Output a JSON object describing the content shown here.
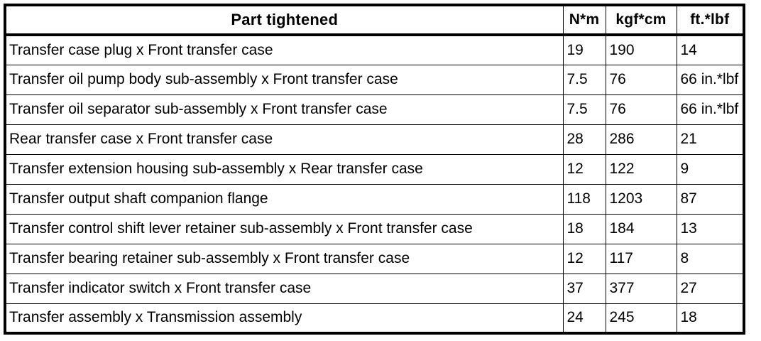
{
  "table": {
    "title": "Part tightened",
    "columns": [
      {
        "key": "part",
        "label": "Part tightened",
        "align": "center"
      },
      {
        "key": "nm",
        "label": "N*m",
        "align": "center"
      },
      {
        "key": "kgfcm",
        "label": "kgf*cm",
        "align": "center"
      },
      {
        "key": "ftlbf",
        "label": "ft.*lbf",
        "align": "center"
      }
    ],
    "rows": [
      {
        "part": "Transfer case plug x Front transfer case",
        "nm": "19",
        "kgfcm": "190",
        "ftlbf": "14"
      },
      {
        "part": "Transfer oil pump body sub-assembly x Front transfer case",
        "nm": "7.5",
        "kgfcm": "76",
        "ftlbf": "66 in.*lbf"
      },
      {
        "part": "Transfer oil separator sub-assembly x Front transfer case",
        "nm": "7.5",
        "kgfcm": "76",
        "ftlbf": "66 in.*lbf"
      },
      {
        "part": "Rear transfer case x Front transfer case",
        "nm": "28",
        "kgfcm": "286",
        "ftlbf": "21"
      },
      {
        "part": "Transfer extension housing sub-assembly x Rear transfer case",
        "nm": "12",
        "kgfcm": "122",
        "ftlbf": "9"
      },
      {
        "part": "Transfer output shaft companion flange",
        "nm": "118",
        "kgfcm": "1203",
        "ftlbf": "87"
      },
      {
        "part": "Transfer control shift lever retainer sub-assembly x Front transfer case",
        "nm": "18",
        "kgfcm": "184",
        "ftlbf": "13"
      },
      {
        "part": "Transfer bearing retainer sub-assembly x Front transfer case",
        "nm": "12",
        "kgfcm": "117",
        "ftlbf": "8"
      },
      {
        "part": "Transfer indicator switch x Front transfer case",
        "nm": "37",
        "kgfcm": "377",
        "ftlbf": "27"
      },
      {
        "part": "Transfer assembly x Transmission assembly",
        "nm": "24",
        "kgfcm": "245",
        "ftlbf": "18"
      }
    ]
  },
  "colors": {
    "border": "#000000",
    "text": "#000000",
    "background": "#ffffff"
  }
}
